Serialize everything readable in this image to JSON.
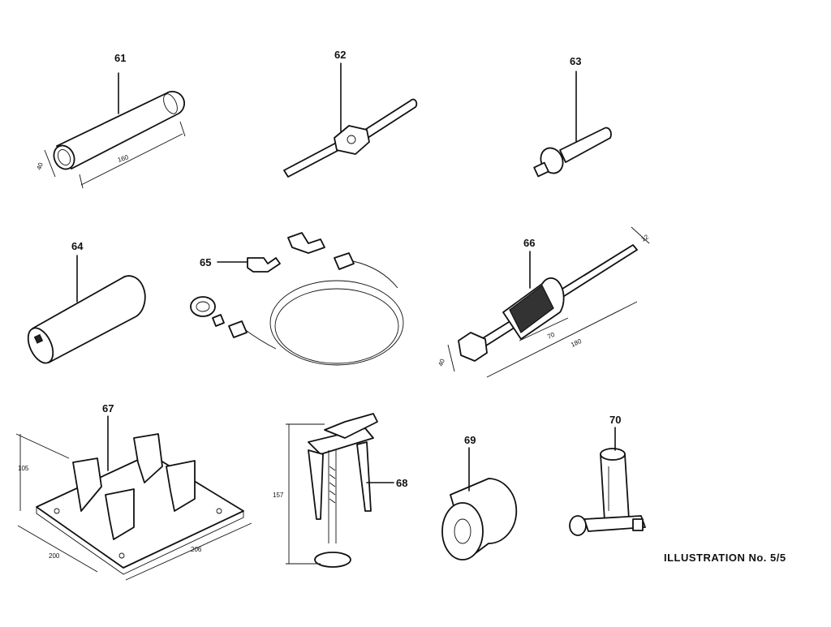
{
  "caption": "ILLUSTRATION No. 5/5",
  "parts": [
    {
      "id": "61",
      "label": "61",
      "dims": [
        "40",
        "160"
      ]
    },
    {
      "id": "62",
      "label": "62",
      "dims": []
    },
    {
      "id": "63",
      "label": "63",
      "dims": []
    },
    {
      "id": "64",
      "label": "64",
      "dims": []
    },
    {
      "id": "65",
      "label": "65",
      "dims": []
    },
    {
      "id": "66",
      "label": "66",
      "dims": [
        "12",
        "40",
        "70",
        "180"
      ]
    },
    {
      "id": "67",
      "label": "67",
      "dims": [
        "105",
        "200",
        "206"
      ]
    },
    {
      "id": "68",
      "label": "68",
      "dims": [
        "157"
      ]
    },
    {
      "id": "69",
      "label": "69",
      "dims": []
    },
    {
      "id": "70",
      "label": "70",
      "dims": []
    }
  ]
}
